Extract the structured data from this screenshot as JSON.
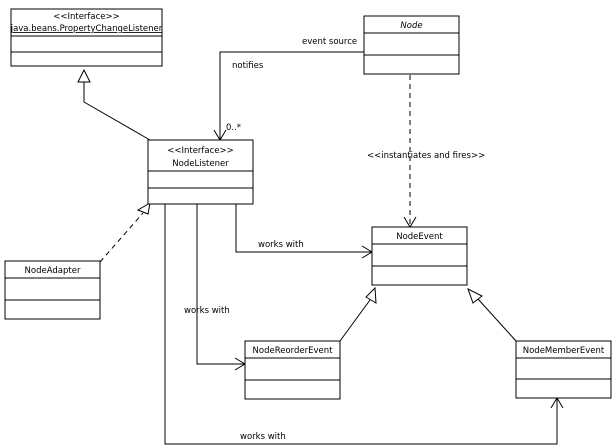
{
  "classes": {
    "property_change_listener": {
      "stereotype": "<<Interface>>",
      "name": "java.beans.PropertyChangeListener"
    },
    "node": {
      "name": "Node"
    },
    "node_listener": {
      "stereotype": "<<Interface>>",
      "name": "NodeListener"
    },
    "node_adapter": {
      "name": "NodeAdapter"
    },
    "node_event": {
      "name": "NodeEvent"
    },
    "node_reorder_event": {
      "name": "NodeReorderEvent"
    },
    "node_member_event": {
      "name": "NodeMemberEvent"
    }
  },
  "labels": {
    "event_source": "event source",
    "notifies": "notifies",
    "multiplicity": "0..*",
    "instantiates_fires": "<<instantiates and fires>>",
    "works_with_event": "works with",
    "works_with_reorder": "works with",
    "works_with_member": "works with"
  }
}
